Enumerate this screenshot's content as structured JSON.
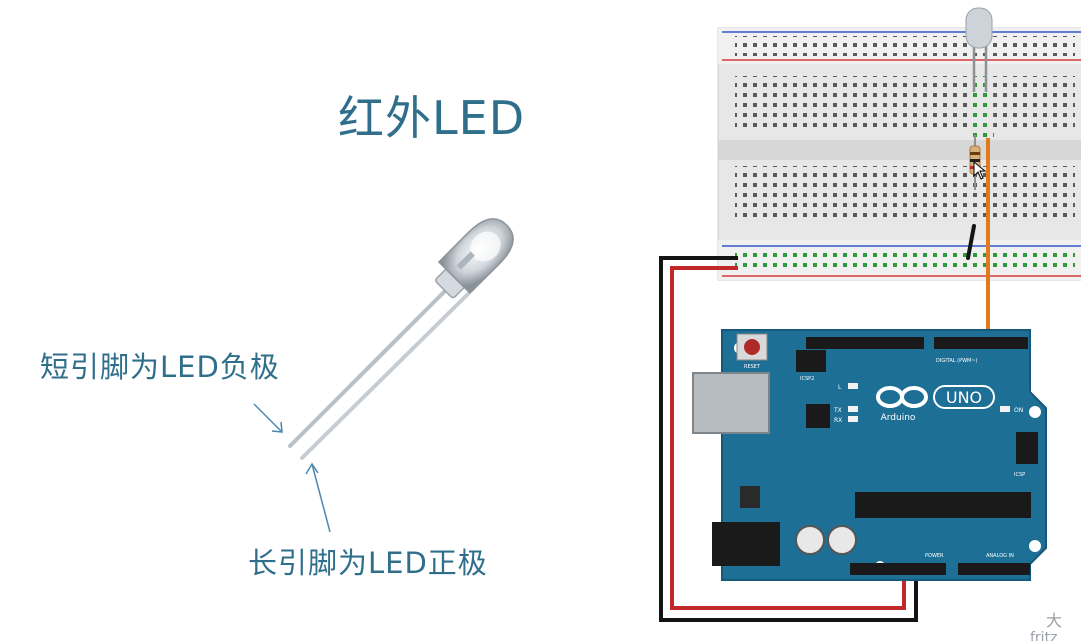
{
  "title": "红外LED",
  "labels": {
    "short_lead": "短引脚为LED负极",
    "long_lead": "长引脚为LED正极"
  },
  "arduino": {
    "brand": "Arduino",
    "model": "UNO",
    "reset": "RESET",
    "icsp2": "ICSP2",
    "icsp": "ICSP",
    "digital": "DIGITAL (PWM~)",
    "power": "POWER",
    "analog": "ANALOG IN",
    "on": "ON",
    "led_l": "L",
    "tx": "TX",
    "rx": "RX"
  },
  "watermark": {
    "line1": "大",
    "line2": "fritz"
  },
  "colors": {
    "text": "#2f6f8c",
    "board": "#1e6f96",
    "wire_red": "#c0282a",
    "wire_black": "#141414",
    "wire_orange": "#e07a1c"
  }
}
